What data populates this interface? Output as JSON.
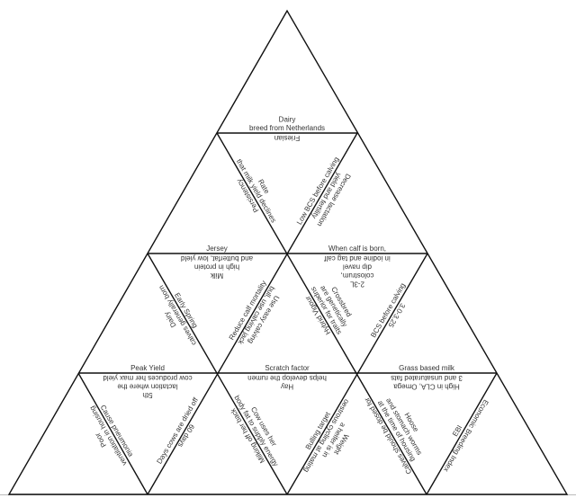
{
  "puzzle": {
    "top": {
      "q": [
        "Dairy",
        "breed from Netherlands"
      ],
      "a": [
        "Friesian"
      ]
    },
    "persistency": {
      "q": [
        "Rate",
        "that milk yield declines"
      ],
      "a": [
        "Persistency"
      ]
    },
    "lowbcs": {
      "q": [
        "Low BCS before calving"
      ],
      "a": [
        "Decrease lactation",
        "yield and fertility"
      ]
    },
    "jersey": {
      "q": [
        "Jersey"
      ],
      "a": [
        "Milk",
        "high in protein",
        "and butterfat, low yield"
      ]
    },
    "calf": {
      "q": [
        "When calf is born,"
      ],
      "a": [
        "2-3L",
        "colostrum,",
        "dip navel",
        "in iodine and tag calf"
      ]
    },
    "spring": {
      "q": [
        "Early Spring"
      ],
      "a": [
        "Dairy",
        "calves generally born"
      ]
    },
    "mortality": {
      "q": [
        "Reduce calf mortality"
      ],
      "a": [
        "Use easy calving",
        "bull, use calving jack"
      ]
    },
    "crossbred": {
      "q": [
        "Crossbred",
        "are genetically",
        "superior for traits"
      ],
      "a": [
        "Hybrid Vigour"
      ]
    },
    "bcs": {
      "q": [
        "BCS before calving"
      ],
      "a": [
        "3.0-3.25"
      ]
    },
    "peak": {
      "q": [
        "Peak Yield"
      ],
      "a": [
        "5th",
        "lactation where the",
        "cow produces her max yield"
      ]
    },
    "scratch": {
      "q": [
        "Scratch factor"
      ],
      "a": [
        "Hay",
        "helps develop the rumen"
      ]
    },
    "grass": {
      "q": [
        "Grass based milk"
      ],
      "a": [
        "High in CLA, Omega",
        "3 and unsaturated fats"
      ]
    },
    "pneumonia": {
      "q": [
        "Cause pneumonia"
      ],
      "a": [
        "Poor",
        "ventilation in housing"
      ]
    },
    "dry": {
      "q": [
        "Days cows are dried off"
      ],
      "a": [
        "60 days"
      ]
    },
    "bodyfat": {
      "q": [
        "Cow uses her",
        "body fat to supply energy"
      ],
      "a": [
        "Milking off her back"
      ]
    },
    "bulling": {
      "q": [
        "Bulling target"
      ],
      "a": [
        "Weight",
        "a heifer is in",
        "oestrous cycling at mating"
      ]
    },
    "hoose": {
      "q": [
        "Hoose",
        "and stomach worms",
        "at the time of housing"
      ],
      "a": [
        "Calves should be dosed for"
      ]
    },
    "ebi": {
      "q": [
        "EBI"
      ],
      "a": [
        "Economic Breeding Index"
      ]
    }
  }
}
